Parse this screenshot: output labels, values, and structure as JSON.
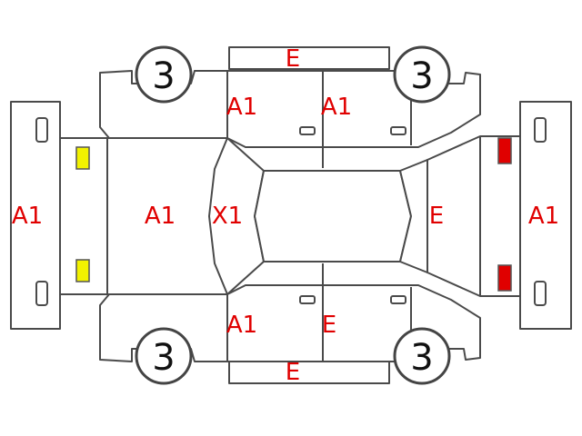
{
  "colors": {
    "mark_text": "#e00000",
    "outline": "#4a4a4a",
    "front_lamp": "#f2f200",
    "rear_lamp": "#e00000"
  },
  "tires": {
    "front_left": "3",
    "front_right": "3",
    "rear_left": "3",
    "rear_right": "3"
  },
  "marks": {
    "front_bumper": "A1",
    "hood": "A1",
    "windshield": "X1",
    "roof_top_rail": "E",
    "roof_bottom_rail": "E",
    "front_door_top": "A1",
    "rear_door_top": "A1",
    "front_door_bottom": "A1",
    "rear_door_bottom": "E",
    "tailgate": "E",
    "rear_bumper": "A1"
  }
}
